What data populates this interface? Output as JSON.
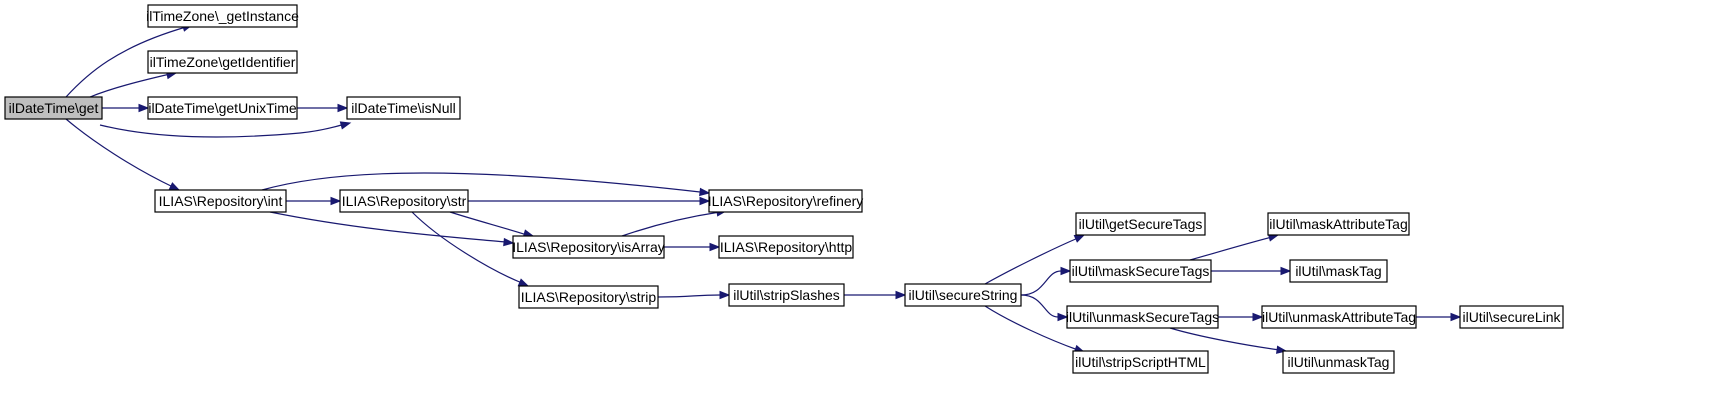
{
  "colors": {
    "edge": "#191970",
    "root_fill": "#bfbfbf",
    "node_fill": "#ffffff",
    "border": "#000000"
  },
  "nodes": [
    {
      "id": "get",
      "label": "ilDateTime\\get",
      "root": true
    },
    {
      "id": "getInstance",
      "label": "ilTimeZone\\_getInstance"
    },
    {
      "id": "getIdentifier",
      "label": "ilTimeZone\\getIdentifier"
    },
    {
      "id": "getUnixTime",
      "label": "ilDateTime\\getUnixTime"
    },
    {
      "id": "isNull",
      "label": "ilDateTime\\isNull"
    },
    {
      "id": "int",
      "label": "ILIAS\\Repository\\int"
    },
    {
      "id": "str",
      "label": "ILIAS\\Repository\\str"
    },
    {
      "id": "refinery",
      "label": "ILIAS\\Repository\\refinery"
    },
    {
      "id": "isArray",
      "label": "ILIAS\\Repository\\isArray"
    },
    {
      "id": "http",
      "label": "ILIAS\\Repository\\http"
    },
    {
      "id": "strip",
      "label": "ILIAS\\Repository\\strip"
    },
    {
      "id": "stripSlashes",
      "label": "ilUtil\\stripSlashes"
    },
    {
      "id": "secureString",
      "label": "ilUtil\\secureString"
    },
    {
      "id": "getSecureTags",
      "label": "ilUtil\\getSecureTags"
    },
    {
      "id": "maskSecureTags",
      "label": "ilUtil\\maskSecureTags"
    },
    {
      "id": "unmaskSecureTags",
      "label": "ilUtil\\unmaskSecureTags"
    },
    {
      "id": "stripScriptHTML",
      "label": "ilUtil\\stripScriptHTML"
    },
    {
      "id": "maskAttributeTag",
      "label": "ilUtil\\maskAttributeTag"
    },
    {
      "id": "maskTag",
      "label": "ilUtil\\maskTag"
    },
    {
      "id": "unmaskAttributeTag",
      "label": "ilUtil\\unmaskAttributeTag"
    },
    {
      "id": "unmaskTag",
      "label": "ilUtil\\unmaskTag"
    },
    {
      "id": "secureLink",
      "label": "ilUtil\\secureLink"
    }
  ],
  "edges": [
    [
      "get",
      "getInstance"
    ],
    [
      "get",
      "getIdentifier"
    ],
    [
      "get",
      "getUnixTime"
    ],
    [
      "get",
      "isNull"
    ],
    [
      "get",
      "int"
    ],
    [
      "getUnixTime",
      "isNull"
    ],
    [
      "int",
      "str"
    ],
    [
      "int",
      "refinery"
    ],
    [
      "int",
      "isArray"
    ],
    [
      "str",
      "refinery"
    ],
    [
      "str",
      "isArray"
    ],
    [
      "str",
      "strip"
    ],
    [
      "isArray",
      "refinery"
    ],
    [
      "isArray",
      "http"
    ],
    [
      "strip",
      "stripSlashes"
    ],
    [
      "stripSlashes",
      "secureString"
    ],
    [
      "secureString",
      "getSecureTags"
    ],
    [
      "secureString",
      "maskSecureTags"
    ],
    [
      "secureString",
      "unmaskSecureTags"
    ],
    [
      "secureString",
      "stripScriptHTML"
    ],
    [
      "maskSecureTags",
      "maskAttributeTag"
    ],
    [
      "maskSecureTags",
      "maskTag"
    ],
    [
      "unmaskSecureTags",
      "unmaskAttributeTag"
    ],
    [
      "unmaskSecureTags",
      "unmaskTag"
    ],
    [
      "unmaskAttributeTag",
      "secureLink"
    ]
  ]
}
